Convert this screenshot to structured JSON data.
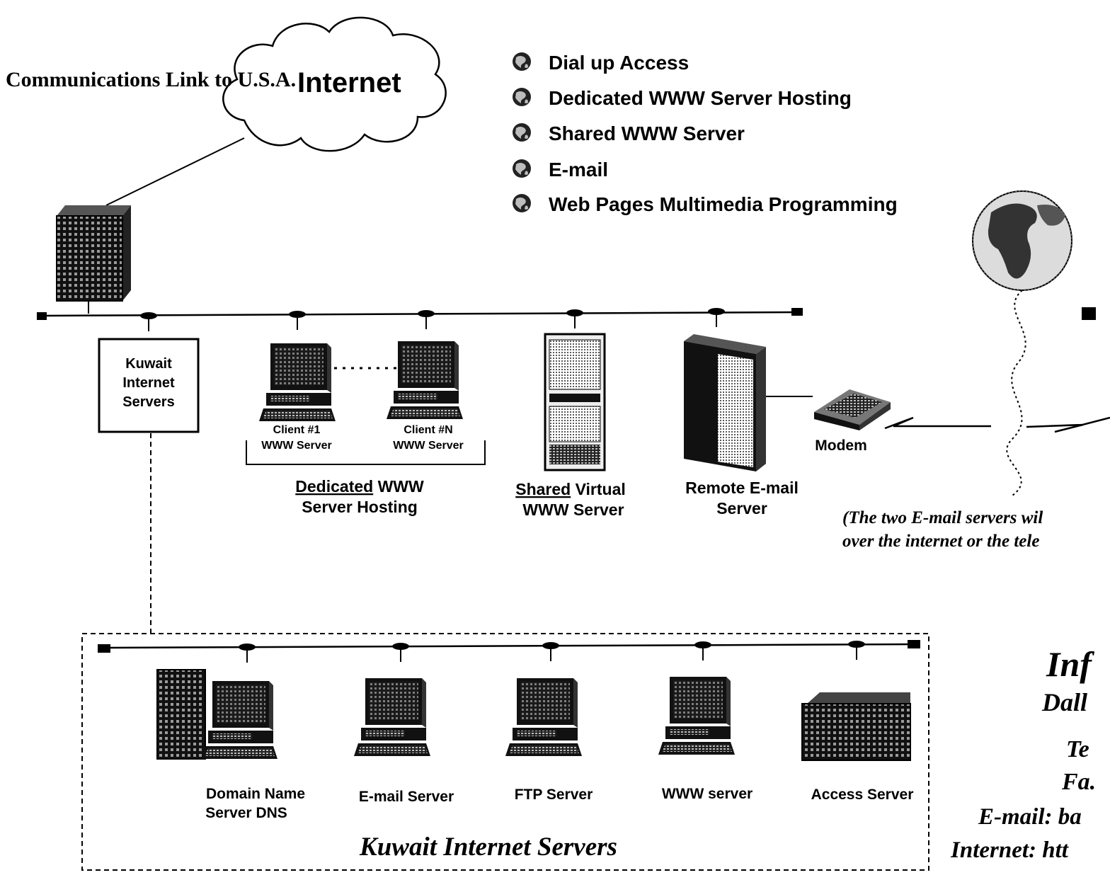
{
  "header": {
    "link_label": "Communications Link to U.S.A.",
    "cloud_label": "Internet"
  },
  "services": [
    "Dial up Access",
    "Dedicated WWW Server Hosting",
    "Shared WWW Server",
    "E-mail",
    "Web Pages Multimedia Programming"
  ],
  "top_network": {
    "kuwait_box": [
      "Kuwait",
      "Internet",
      "Servers"
    ],
    "client1": [
      "Client #1",
      "WWW Server"
    ],
    "clientn": [
      "Client #N",
      "WWW Server"
    ],
    "dedicated": {
      "underlined": "Dedicated",
      "rest": " WWW",
      "line2": "Server Hosting"
    },
    "shared": {
      "underlined": "Shared",
      "rest": " Virtual",
      "line2": "WWW Server"
    },
    "remote": [
      "Remote E-mail",
      "Server"
    ],
    "modem": "Modem"
  },
  "note": [
    "(The two E-mail servers wil",
    "over the internet or  the tele"
  ],
  "bottom_network": {
    "servers": [
      {
        "line1": "Domain Name",
        "line2": "Server DNS"
      },
      {
        "line1": "E-mail Server",
        "line2": ""
      },
      {
        "line1": "FTP Server",
        "line2": ""
      },
      {
        "line1": "WWW server",
        "line2": ""
      },
      {
        "line1": "Access Server",
        "line2": ""
      }
    ],
    "title": "Kuwait Internet Servers"
  },
  "contact": {
    "title": "Inf",
    "city": "Dall",
    "tel": "Te",
    "fax": "Fa.",
    "email": "E-mail: ba",
    "internet": "Internet: htt"
  }
}
